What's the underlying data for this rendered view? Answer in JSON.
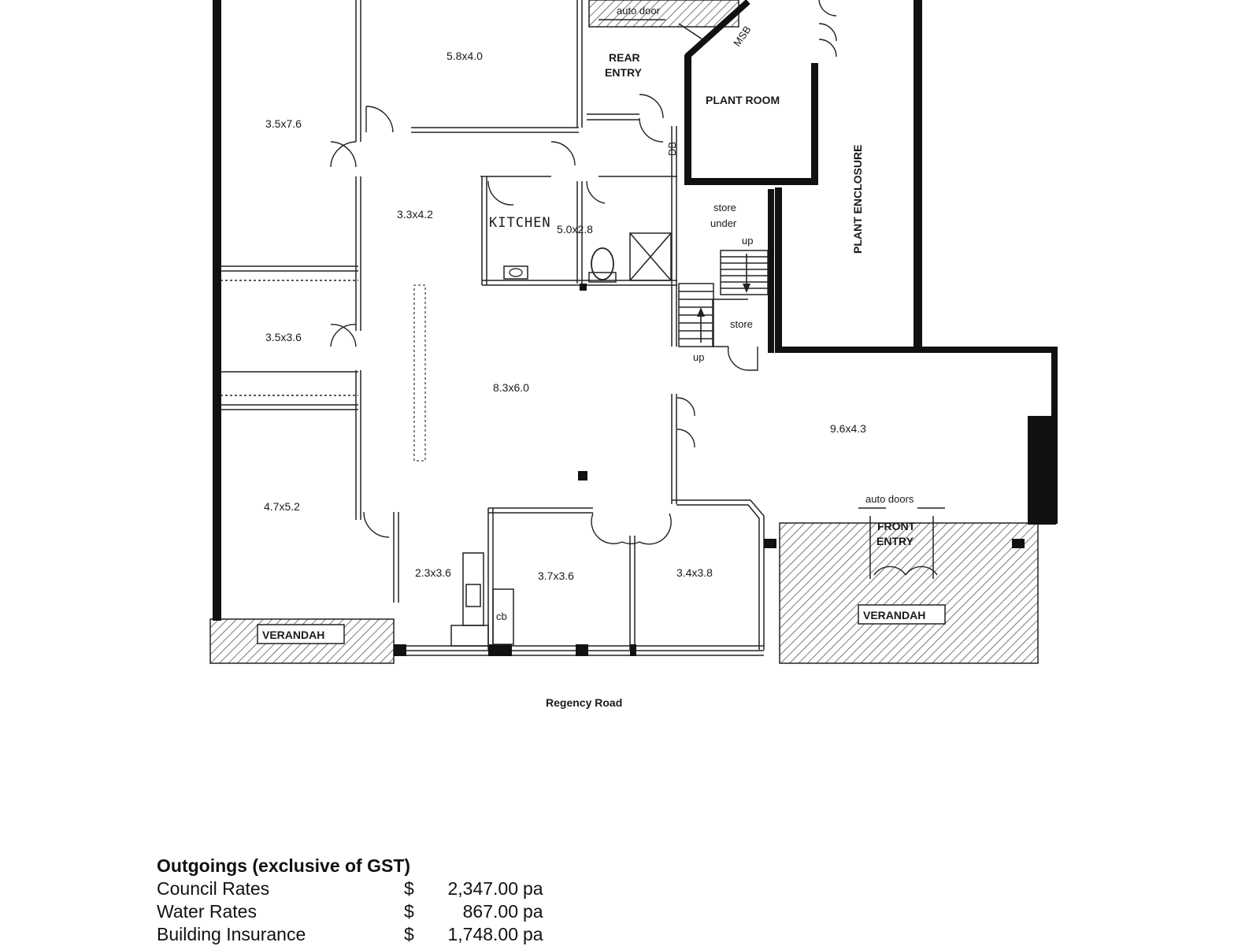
{
  "floorplan": {
    "rooms": [
      {
        "id": "r1",
        "label": "3.5x7.6"
      },
      {
        "id": "r2",
        "label": "5.8x4.0"
      },
      {
        "id": "r3",
        "label": "3.3x4.2"
      },
      {
        "id": "r4",
        "label": "5.0x2.8"
      },
      {
        "id": "r5",
        "label": "3.5x3.6"
      },
      {
        "id": "r6",
        "label": "8.3x6.0"
      },
      {
        "id": "r7",
        "label": "9.6x4.3"
      },
      {
        "id": "r8",
        "label": "4.7x5.2"
      },
      {
        "id": "r9",
        "label": "2.3x3.6"
      },
      {
        "id": "r10",
        "label": "3.7x3.6"
      },
      {
        "id": "r11",
        "label": "3.4x3.8"
      }
    ],
    "labels": {
      "rear_entry_1": "REAR",
      "rear_entry_2": "ENTRY",
      "plant_room": "PLANT ROOM",
      "plant_enclosure": "PLANT ENCLOSURE",
      "kitchen": "KITCHEN",
      "store_under_1": "store",
      "store_under_2": "under",
      "up_1": "up",
      "up_2": "up",
      "store": "store",
      "auto_door": "auto door",
      "msb": "MSB",
      "db": "DB",
      "auto_doors": "auto doors",
      "front_entry_1": "FRONT",
      "front_entry_2": "ENTRY",
      "verandah_left": "VERANDAH",
      "verandah_right": "VERANDAH",
      "cb": "cb",
      "street": "Regency Road"
    }
  },
  "outgoings": {
    "title": "Outgoings (exclusive of GST)",
    "items": [
      {
        "name": "Council Rates",
        "currency": "$",
        "amount": "2,347.00",
        "unit": "pa"
      },
      {
        "name": "Water Rates",
        "currency": "$",
        "amount": "867.00",
        "unit": "pa"
      },
      {
        "name": "Building Insurance",
        "currency": "$",
        "amount": "1,748.00",
        "unit": "pa"
      }
    ]
  }
}
